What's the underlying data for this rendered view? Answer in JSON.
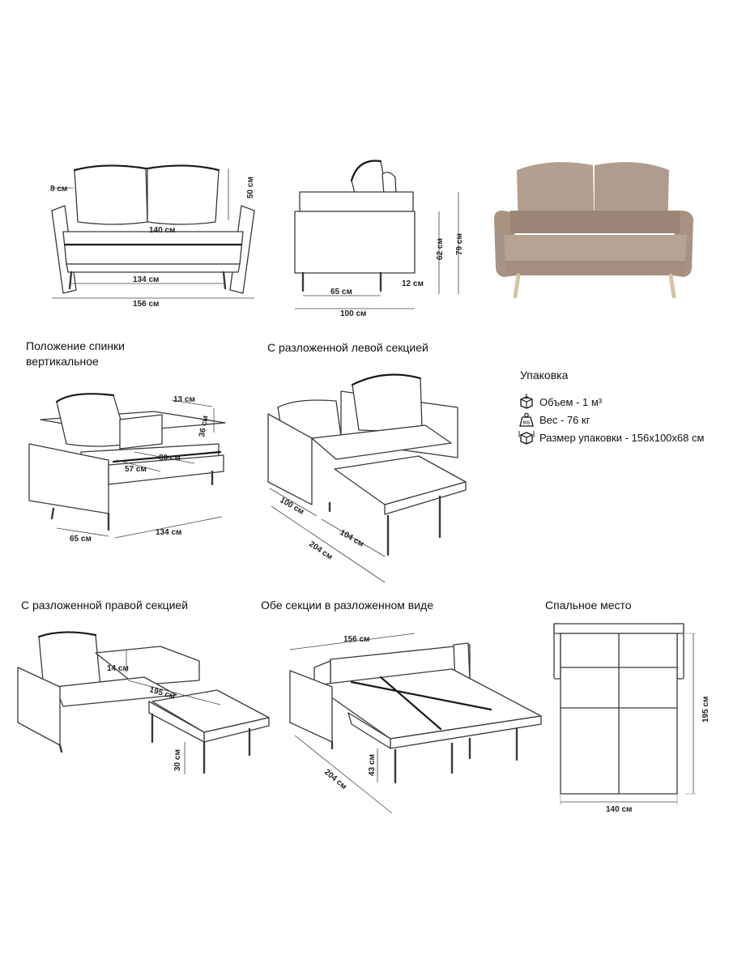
{
  "sections": {
    "back_upright": "Положение спинки вертикальное",
    "left_unfolded": "С разложенной левой секцией",
    "right_unfolded": "С разложенной правой секцией",
    "both_unfolded": "Обе секции в разложенном виде",
    "sleeping_area": "Спальное место"
  },
  "dims": {
    "front": {
      "arm": "8 см",
      "back_h": "50 см",
      "seat_w": "140 см",
      "inner_w": "134 см",
      "total_w": "156 см"
    },
    "side": {
      "seat_h": "62 см",
      "total_h": "79 см",
      "leg_h": "12 см",
      "seat_d": "65 см",
      "total_d": "100 см"
    },
    "upright": {
      "thick": "13 см",
      "height": "36 см",
      "depth80": "80 см",
      "depth57": "57 см",
      "d65": "65 см",
      "w134": "134 см"
    },
    "left": {
      "d100": "100 см",
      "d104": "104 см",
      "d204": "204 см"
    },
    "right": {
      "h14": "14 см",
      "d195": "195 см",
      "h30": "30 см"
    },
    "both": {
      "w156": "156 см",
      "d204": "204 см",
      "h43": "43 см"
    },
    "bed": {
      "w140": "140 см",
      "l195": "195 см"
    }
  },
  "packaging": {
    "title": "Упаковка",
    "volume": "Объем - 1 м³",
    "weight": "Вес - 76 кг",
    "size": "Размер упаковки - 156х100х68 см",
    "icons": [
      "box-volume-icon",
      "weight-kg-icon",
      "box-3d-icon"
    ]
  },
  "colors": {
    "upholstery": "#b39f90",
    "upholstery_dark": "#9a8576",
    "legs": "#d9c2a4",
    "outline": "#3a3a3a"
  }
}
